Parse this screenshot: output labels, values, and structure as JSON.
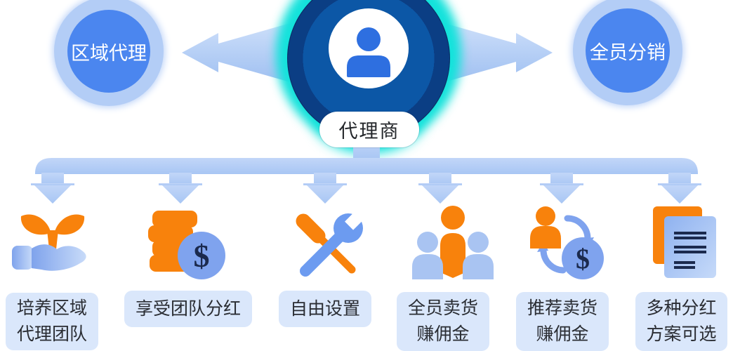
{
  "center": {
    "label": "代理商"
  },
  "nodes": {
    "left": "区域代理",
    "right": "全员分销"
  },
  "branches": [
    {
      "icon": "hand-sprout-icon",
      "line1": "培养区域",
      "line2": "代理团队"
    },
    {
      "icon": "coins-dollar-icon",
      "line1": "享受团队分红",
      "line2": ""
    },
    {
      "icon": "tools-icon",
      "line1": "自由设置",
      "line2": ""
    },
    {
      "icon": "team-icon",
      "line1": "全员卖货",
      "line2": "赚佣金"
    },
    {
      "icon": "person-cycle-dollar-icon",
      "line1": "推荐卖货",
      "line2": "赚佣金"
    },
    {
      "icon": "documents-icon",
      "line1": "多种分红",
      "line2": "方案可选"
    }
  ],
  "symbols": {
    "dollar": "$"
  },
  "colors": {
    "node_blue": "#4B86EF",
    "node_ring": "#B3CDF6",
    "cyan_glow": "#13E2DB",
    "ring_navy_dark": "#081F49",
    "ring_blue": "#0C57A6",
    "arrow_blue": "#B2CCF6",
    "icon_orange": "#F8820C",
    "icon_blue": "#7FA3EE",
    "icon_light_blue": "#A9C4F2",
    "dollar_navy": "#1B2A4E",
    "label_bg": "#DAE7FB",
    "label_text": "#2A2D33",
    "person_blue": "#2E6FE0"
  }
}
